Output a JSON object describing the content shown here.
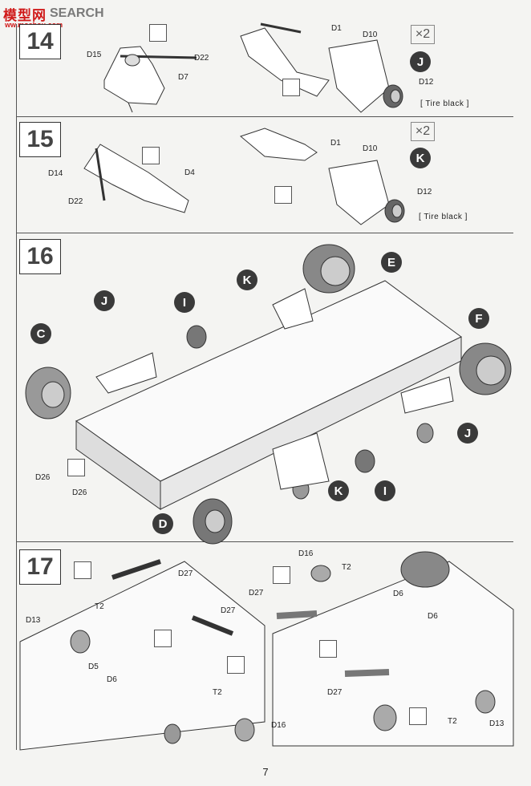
{
  "watermark": {
    "cn": "模型网",
    "en": "SEARCH",
    "sub": "ww.moshou.com"
  },
  "page_number": "7",
  "steps": [
    {
      "number": "14",
      "labels": [
        "D15",
        "D22",
        "D7",
        "D1",
        "D10",
        "D12"
      ],
      "multiplier": "×2",
      "assembly_ref": "J",
      "note": "[ Tire black ]"
    },
    {
      "number": "15",
      "labels": [
        "D14",
        "D22",
        "D4",
        "D1",
        "D10",
        "D12"
      ],
      "multiplier": "×2",
      "assembly_ref": "K",
      "note": "[ Tire black ]"
    },
    {
      "number": "16",
      "labels": [
        "D26",
        "D26"
      ],
      "assembly_refs": [
        "J",
        "I",
        "K",
        "E",
        "C",
        "F",
        "J",
        "K",
        "I",
        "D"
      ]
    },
    {
      "number": "17",
      "labels": [
        "D27",
        "T2",
        "D13",
        "D5",
        "D6",
        "D27",
        "T2",
        "D16",
        "D16",
        "T2",
        "D27",
        "D6",
        "D6",
        "D27",
        "T2",
        "D13"
      ]
    }
  ]
}
